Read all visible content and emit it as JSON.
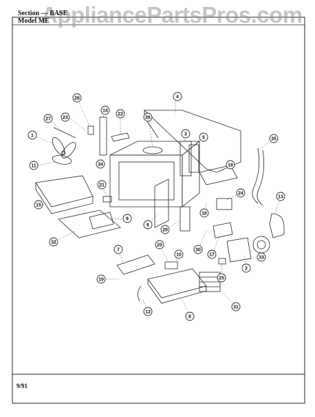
{
  "header": {
    "section_label": "Section",
    "section_value": "BASE",
    "model_label": "Model",
    "model_value": "ME"
  },
  "watermark": "AppliancePartsPros.com",
  "footer": {
    "date": "9/91"
  },
  "callouts": [
    "1",
    "2",
    "3",
    "4",
    "5",
    "6",
    "7",
    "8",
    "9",
    "10",
    "11",
    "12",
    "13",
    "14",
    "15",
    "16",
    "17",
    "18",
    "19",
    "20",
    "21",
    "22",
    "23",
    "24",
    "25",
    "26",
    "27",
    "28",
    "29",
    "30",
    "31",
    "32",
    "33",
    "34",
    "35"
  ]
}
